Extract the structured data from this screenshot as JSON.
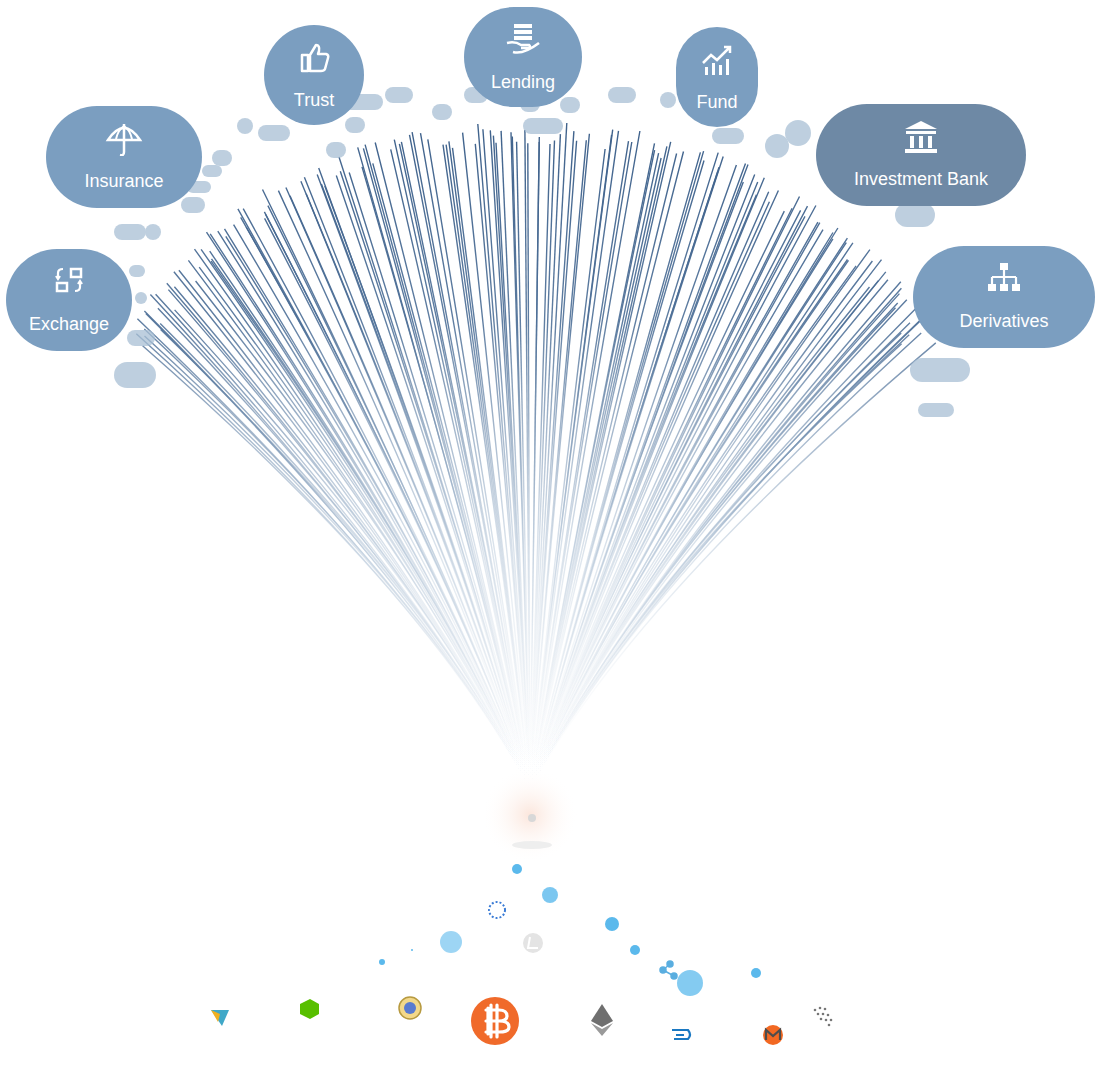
{
  "diagram": {
    "nodes": [
      {
        "text": [
          "Trust"
        ]
      },
      {
        "text": [
          "Lending"
        ]
      },
      {
        "text": [
          "Fund"
        ]
      },
      {
        "text": [
          "Insurance"
        ]
      },
      {
        "text": [
          "Investment Bank"
        ]
      },
      {
        "text": [
          "Exchange"
        ]
      },
      {
        "text": [
          "Derivatives"
        ]
      }
    ]
  }
}
